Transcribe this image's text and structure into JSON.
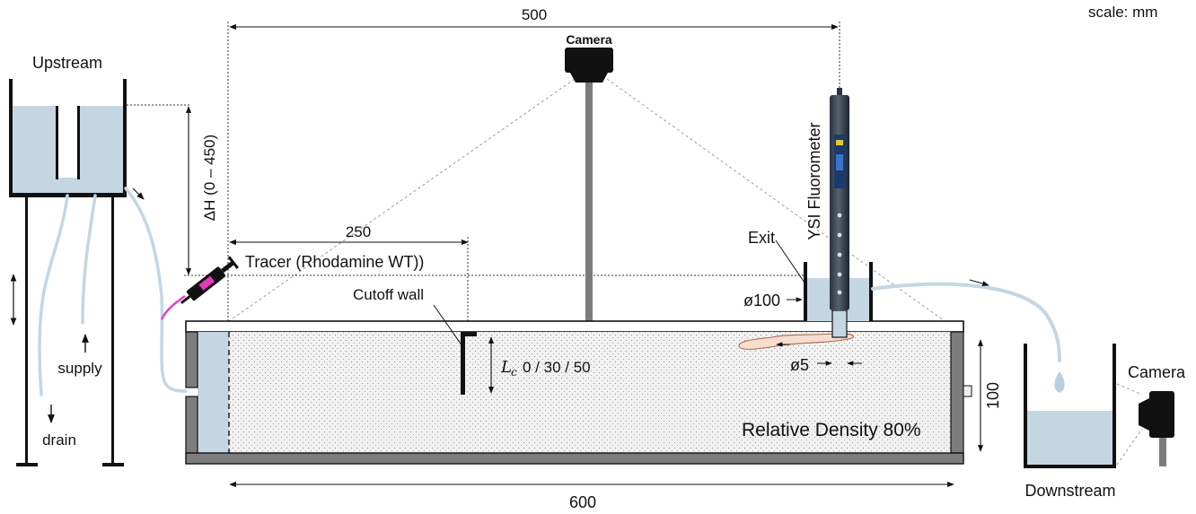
{
  "scale_label": "scale: mm",
  "dimensions": {
    "top_width": "500",
    "tracer_distance": "250",
    "bottom_length": "600",
    "sample_height": "100",
    "exit_diameter": "ø100",
    "pipe_diameter": "ø5"
  },
  "labels": {
    "upstream": "Upstream",
    "downstream": "Downstream",
    "camera_top": "Camera",
    "camera_side": "Camera",
    "fluorometer": "YSI Fluorometer",
    "exit": "Exit",
    "tracer": "Tracer (Rhodamine WT))",
    "cutoff_wall": "Cutoff wall",
    "cutoff_symbol": "L",
    "cutoff_subscript": "c",
    "cutoff_values": "0 / 30 / 50",
    "head": "ΔH (0 – 450)",
    "supply": "supply",
    "drain": "drain",
    "relative_density": "Relative Density 80%"
  },
  "colors": {
    "water": "#c5d6e3",
    "sand": "#f1f1f1",
    "wall": "#7d7d7d",
    "tracer_line": "#e040c8",
    "syringe_plunger": "#e23ab8",
    "camera_body": "#111111",
    "pole": "#7c7c7c"
  }
}
